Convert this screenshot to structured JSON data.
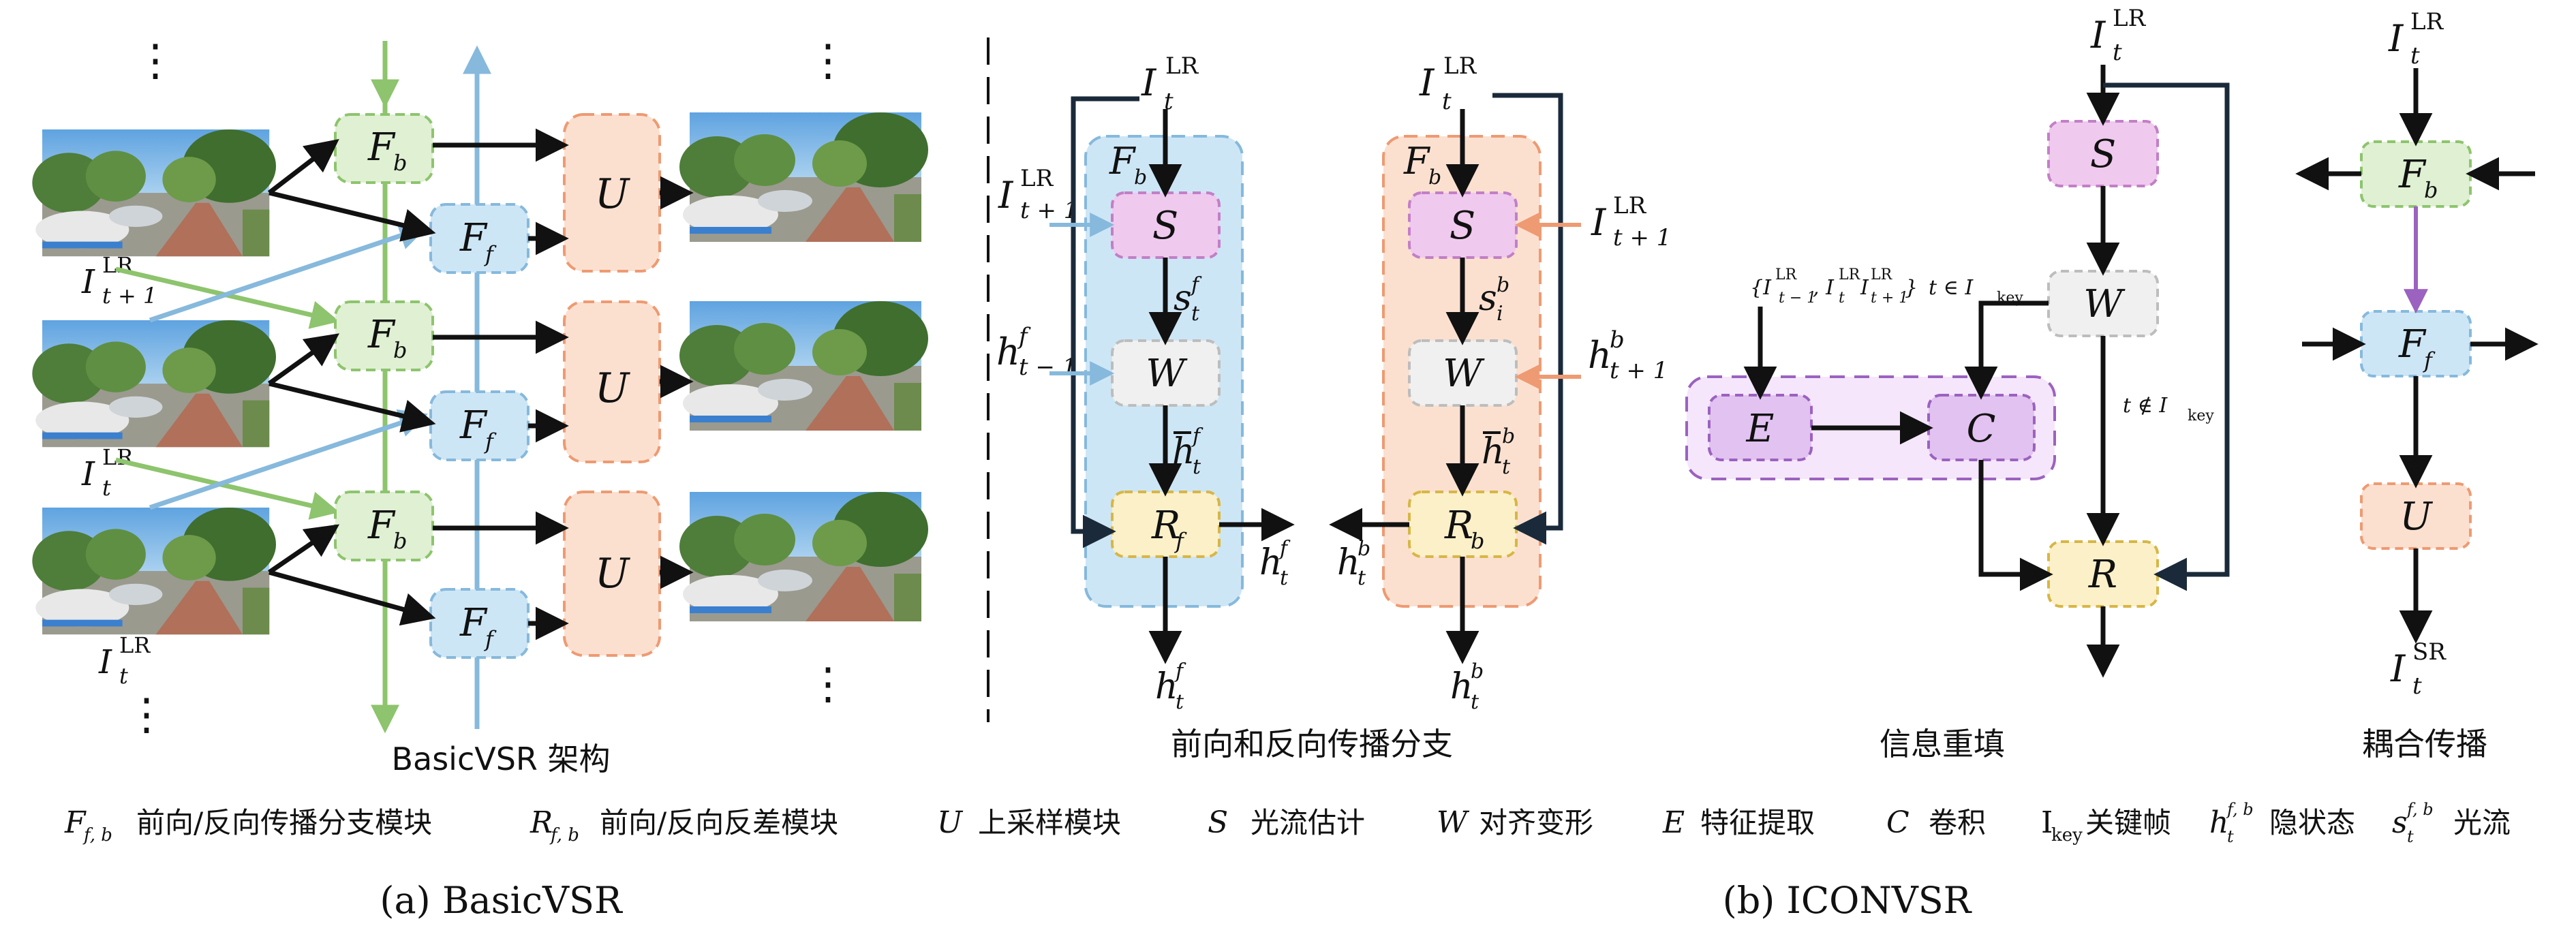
{
  "captions": {
    "basicvsr_arch": "BasicVSR 架构",
    "fwd_bwd": "前向和反向传播分支",
    "info_refill": "信息重填",
    "coupled": "耦合传播",
    "sub_a": "(a) BasicVSR",
    "sub_b": "(b) ICONVSR"
  },
  "legend": [
    {
      "sym": "F",
      "sub": "f, b",
      "text": "前向/反向传播分支模块"
    },
    {
      "sym": "R",
      "sub": "f, b",
      "text": "前向/反向反差模块"
    },
    {
      "sym": "U",
      "sub": "",
      "text": "上采样模块"
    },
    {
      "sym": "S",
      "sub": "",
      "text": "光流估计"
    },
    {
      "sym": "W",
      "sub": "",
      "text": "对齐变形"
    },
    {
      "sym": "E",
      "sub": "",
      "text": "特征提取"
    },
    {
      "sym": "C",
      "sub": "",
      "text": "卷积"
    },
    {
      "sym": "I",
      "sub": "key",
      "text": "关键帧"
    },
    {
      "sym": "h",
      "sub": "t",
      "sup": "f, b",
      "text": "隐状态"
    },
    {
      "sym": "s",
      "sub": "t",
      "sup": "f, b",
      "text": "光流"
    }
  ],
  "labels": {
    "vdots": "⋮",
    "I": "I",
    "LR": "LR",
    "SR": "SR",
    "t": "t",
    "t_plus_1": "t + 1",
    "t_minus_1": "t − 1",
    "i": "i",
    "f": "f",
    "b": "b",
    "Fb": "F",
    "Ff": "F",
    "U": "U",
    "S": "S",
    "W": "W",
    "Rf": "R",
    "Rb": "R",
    "E": "E",
    "C": "C",
    "R": "R",
    "h": "h",
    "s": "s",
    "hbar": "h",
    "key_set": "{I",
    "key_set_rest": "}",
    "t_in_key": "t ∈ I",
    "t_notin_key": "t ∉ I",
    "key": "key"
  },
  "colors": {
    "green_fill": "#dff0d3",
    "green_stroke": "#8dc46d",
    "blue_fill": "#cde6f6",
    "blue_stroke": "#86b9dc",
    "orange_fill": "#fbe0d0",
    "orange_stroke": "#ee9a72",
    "pink_fill": "#efc9ee",
    "pink_stroke": "#c27fc6",
    "gray_fill": "#f0f0f0",
    "gray_stroke": "#bdbdbd",
    "yellow_fill": "#fbf0c8",
    "yellow_stroke": "#d7b646",
    "purple_fill": "#e2c2f0",
    "purple_stroke": "#9b62bf",
    "navy": "#1a2a3a"
  },
  "image_placeholders": [
    {
      "name": "frame-t-plus-1",
      "caption": "street scene frame"
    },
    {
      "name": "frame-t",
      "caption": "street scene frame"
    },
    {
      "name": "frame-t-minus-1",
      "caption": "street scene frame"
    }
  ]
}
